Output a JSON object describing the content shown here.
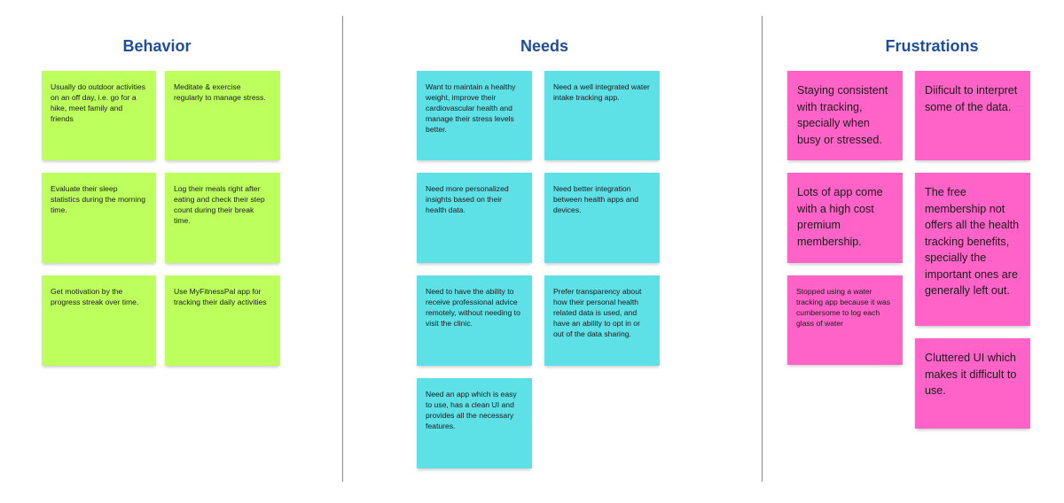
{
  "columns": {
    "behavior": {
      "title": "Behavior",
      "notes": [
        "Usually do outdoor activities on an off day, i.e. go for a hike, meet family and friends",
        "Meditate & exercise regularly to manage stress.",
        "Evaluate their sleep statistics during the morning time.",
        "Log their meals right after eating and check their step count during their break time.",
        "Get motivation by the progress streak over time.",
        "Use MyFitnessPal app for tracking their daily activities"
      ]
    },
    "needs": {
      "title": "Needs",
      "notes": [
        "Want to maintain a healthy weight, improve their cardiovascular health and manage their stress levels better.",
        "Need a well integrated water intake tracking app.",
        "Need more personalized insights based on their health data.",
        "Need better integration between health apps and devices.",
        "Need to have the ability to receive professional advice remotely, without needing to visit the clinic.",
        "Prefer transparency about how their personal health related data is used, and have an ability to opt in or out of the data sharing.",
        "Need an app which is easy to use, has a clean UI and provides all the necessary features."
      ]
    },
    "frustrations": {
      "title": "Frustrations",
      "notes": [
        "Staying consistent with tracking, specially when busy or stressed.",
        "Diificult to interpret some of the data.",
        "Lots of app come with a high cost premium membership.",
        "The free membership not offers all the health tracking benefits, specially the important ones are generally left out.",
        "Stopped using a water tracking app because it was cumbersome to log each glass of water",
        "Cluttered UI which makes it difficult to use."
      ]
    }
  },
  "colors": {
    "title": "#1f4e99",
    "behavior_note": "#bdff5c",
    "needs_note": "#5de0e6",
    "frustrations_note": "#ff63c8"
  }
}
